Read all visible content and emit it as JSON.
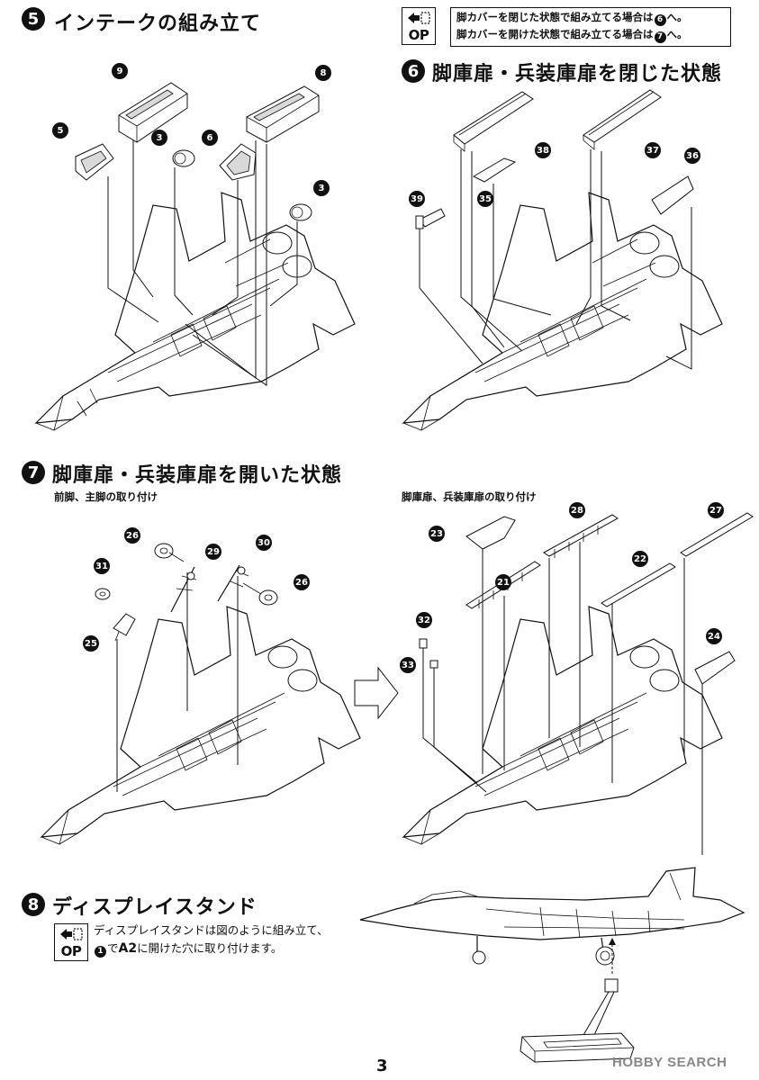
{
  "steps": {
    "s5": {
      "num": "5",
      "title": "インテークの組み立て"
    },
    "s6": {
      "num": "6",
      "title": "脚庫扉・兵装庫扉を閉じた状態"
    },
    "s7": {
      "num": "7",
      "title": "脚庫扉・兵装庫扉を開いた状態",
      "sub_left": "前脚、主脚の取り付け",
      "sub_right": "脚庫扉、兵装庫扉の取り付け"
    },
    "s8": {
      "num": "8",
      "title": "ディスプレイスタンド",
      "text_line1": "ディスプレイスタンドは図のように組み立て、",
      "text_line2_part": "1",
      "text_line2_de": "で",
      "text_line2_a2": "A2",
      "text_line2_rest": "に開けた穴に取り付けます。"
    }
  },
  "op_note": {
    "op_label": "OP",
    "line1_prefix": "脚カバーを閉じた状態で組み立てる場合は",
    "line1_step": "6",
    "line1_suffix": "へ。",
    "line2_prefix": "脚カバーを開けた状態で組み立てる場合は",
    "line2_step": "7",
    "line2_suffix": "へ。"
  },
  "op8_label": "OP",
  "parts": {
    "p9": "9",
    "p8": "8",
    "p5": "5",
    "p3a": "3",
    "p6": "6",
    "p3b": "3",
    "p38": "38",
    "p37": "37",
    "p36": "36",
    "p35": "35",
    "p39": "39",
    "p26a": "26",
    "p29": "29",
    "p30": "30",
    "p31": "31",
    "p26b": "26",
    "p25": "25",
    "p28": "28",
    "p27": "27",
    "p23": "23",
    "p21": "21",
    "p22": "22",
    "p32": "32",
    "p33": "33",
    "p24": "24"
  },
  "page_number": "3",
  "watermark": "HOBBY SEARCH"
}
